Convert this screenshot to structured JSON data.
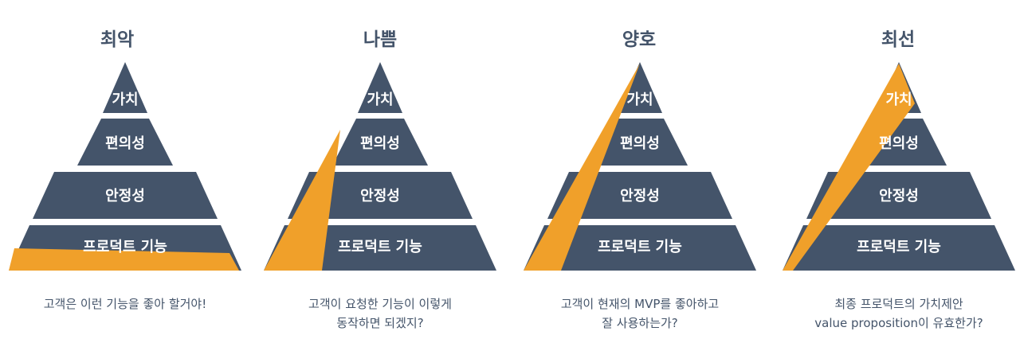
{
  "levels": [
    "가치",
    "편의성",
    "안정성",
    "프로덕트 기능"
  ],
  "colors": {
    "pyramid": "#44546a",
    "highlight": "#f0a02a",
    "text": "#44546a"
  },
  "panels": [
    {
      "title": "최악",
      "caption_lines": [
        "고객은 이런 기능을 좋아 할거야!"
      ]
    },
    {
      "title": "나쁨",
      "caption_lines": [
        "고객이 요청한 기능이 이렇게",
        "동작하면 되겠지?"
      ]
    },
    {
      "title": "양호",
      "caption_lines": [
        "고객이 현재의 MVP를 좋아하고",
        "잘 사용하는가?"
      ]
    },
    {
      "title": "최선",
      "caption_lines": [
        "최종 프로덕트의 가치제안",
        "value proposition이 유효한가?"
      ]
    }
  ]
}
